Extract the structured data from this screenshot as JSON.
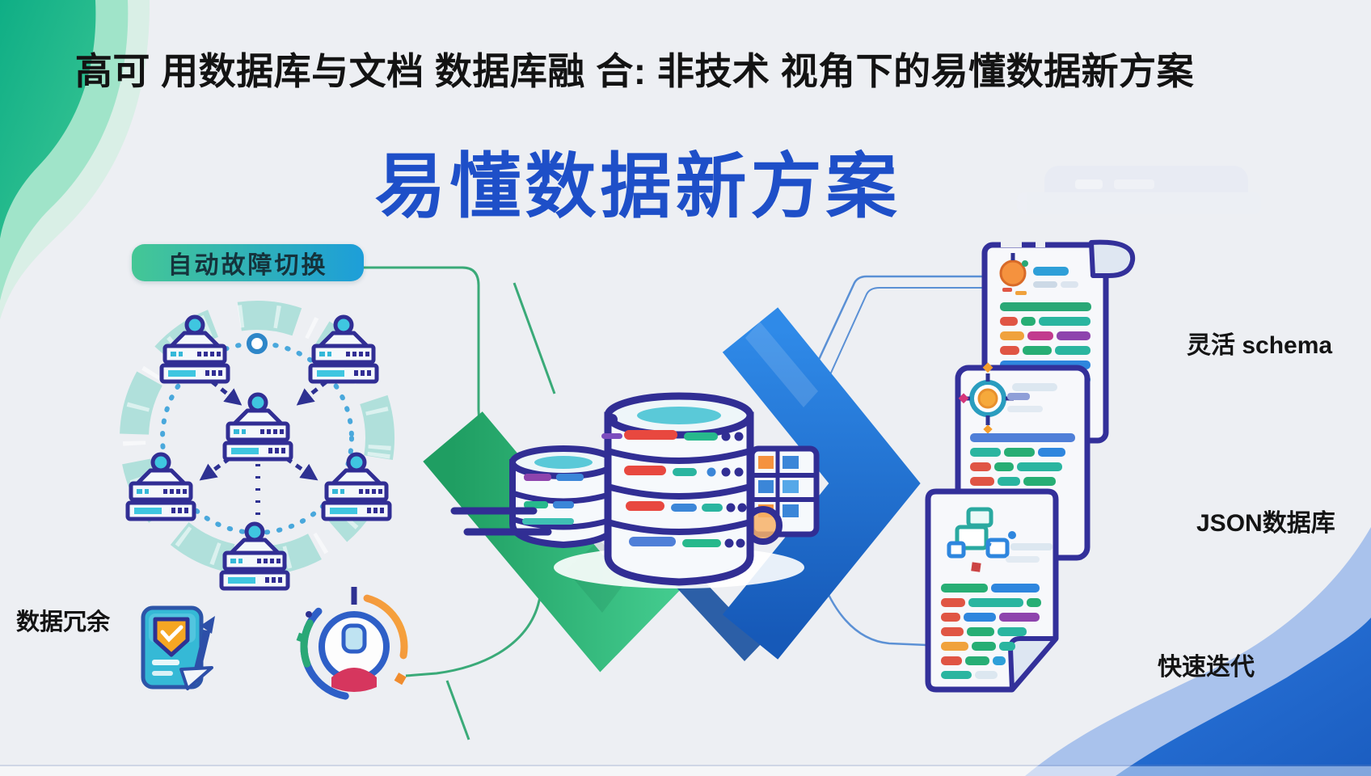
{
  "header": {
    "title": "高可 用数据库与文档 数据库融 合: 非技术 视角下的易懂数据新方案"
  },
  "hero": {
    "title": "易懂数据新方案",
    "color": "#1e4fc8"
  },
  "failover": {
    "badge_label": "自动故障切换"
  },
  "redundancy": {
    "label": "数据冗余"
  },
  "features": {
    "schema": "灵活 schema",
    "json": "JSON数据库",
    "iterate": "快速迭代"
  },
  "icons": {
    "cluster": "server-cluster-icon",
    "database": "database-stack-icon",
    "sync_green": "green-chevron-arrow-icon",
    "sync_blue": "blue-chevron-arrow-icon",
    "redundancy_doc": "shield-document-icon",
    "user_ring": "user-progress-ring-icon",
    "doc_schema": "scroll-document-icon",
    "doc_json": "target-document-icon",
    "doc_iterate": "flowchart-document-icon"
  },
  "colors": {
    "background": "#edeff3",
    "title_text": "#131313",
    "hero_blue": "#1e4fc8",
    "badge_gradient_start": "#44c795",
    "badge_gradient_end": "#1d9ed9",
    "outline_indigo": "#33309a",
    "green_arrow": "#2fb47c",
    "blue_arrow": "#2377dd",
    "wave_light": "#a9c2ec",
    "wave_dark": "#1f63cc",
    "corner_green": "#17b287"
  }
}
